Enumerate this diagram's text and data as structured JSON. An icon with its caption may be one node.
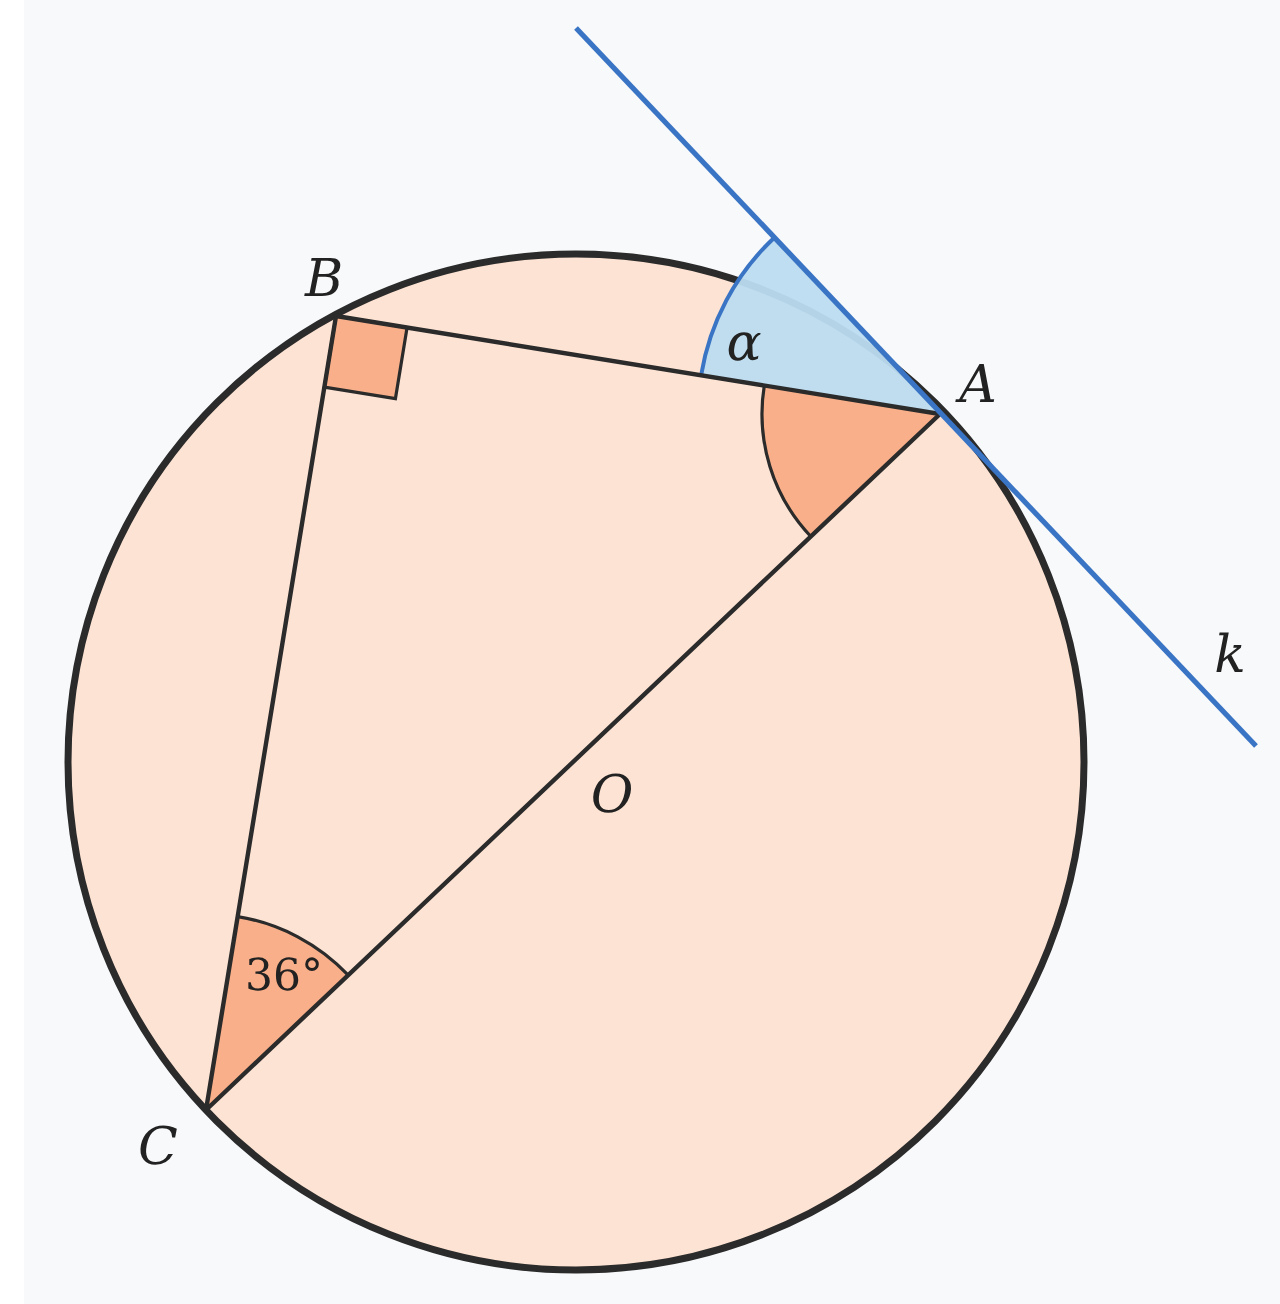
{
  "diagram": {
    "labels": [
      "B",
      "α",
      "A",
      "k",
      "O",
      "36°",
      "C"
    ]
  }
}
